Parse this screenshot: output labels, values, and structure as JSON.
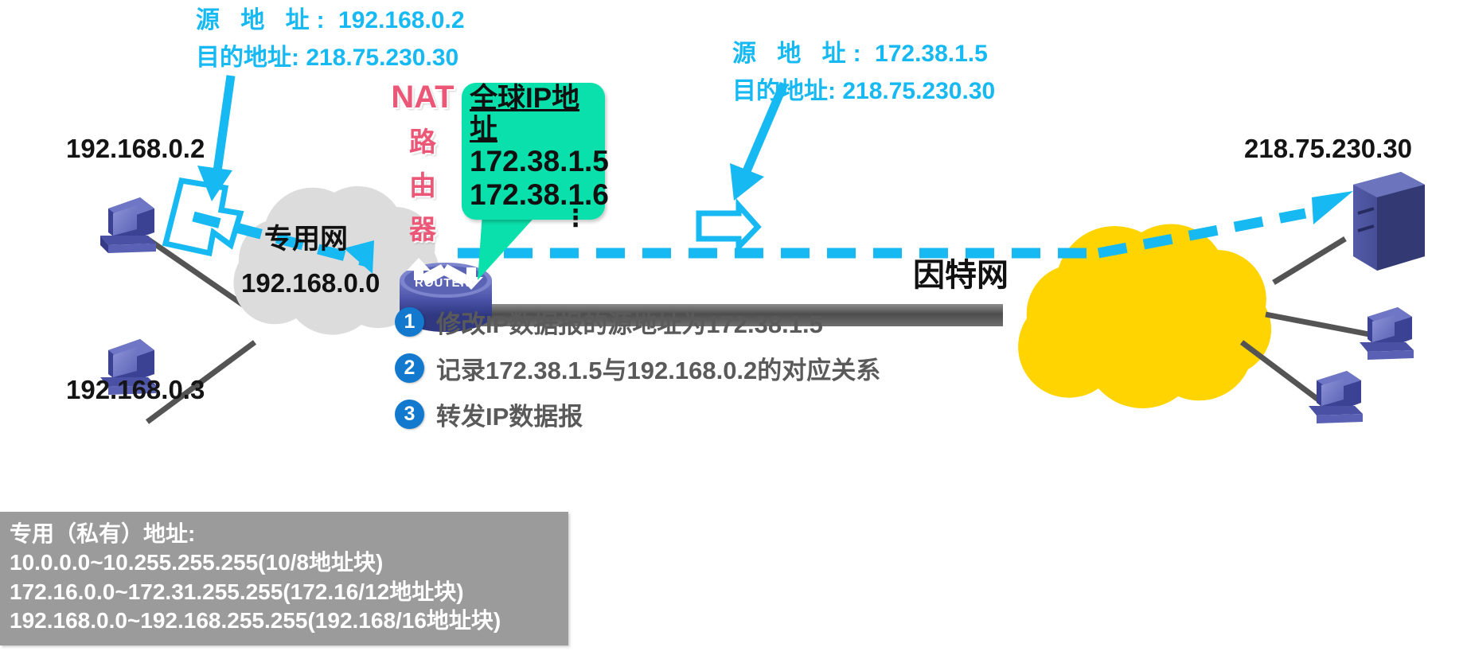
{
  "diagram": {
    "title": "NAT router address translation diagram",
    "colors": {
      "cyan": "#17b9f3",
      "private_cloud": "#dcdcdc",
      "internet_cloud": "#ffd400",
      "callout_green": "#0ae0ab",
      "nat_pink": "#ec5777",
      "badge_blue": "#1279cf",
      "gray_box": "#9b9b9b",
      "link_gray": "#545454",
      "host_blue": "#4a4f9e"
    }
  },
  "left_annotation": {
    "source_label": "源 地 址:",
    "source_value": "192.168.0.2",
    "dest_label": "目的地址:",
    "dest_value": "218.75.230.30"
  },
  "right_annotation": {
    "source_label": "源 地 址:",
    "source_value": "172.38.1.5",
    "dest_label": "目的地址:",
    "dest_value": "218.75.230.30"
  },
  "hosts": {
    "host_top": "192.168.0.2",
    "host_bottom": "192.168.0.3",
    "server": "218.75.230.30"
  },
  "clouds": {
    "private_name": "专用网",
    "private_addr": "192.168.0.0",
    "internet_name": "因特网"
  },
  "router": {
    "name_line1": "NAT",
    "name_line2": "路",
    "name_line3": "由",
    "name_line4": "器",
    "icon_caption": "ROUTER"
  },
  "callout": {
    "header": "全球IP地址",
    "addresses": [
      "172.38.1.5",
      "172.38.1.6"
    ],
    "ellipsis": "⋮"
  },
  "steps": [
    {
      "num": "1",
      "text": "修改IP数据报的源地址为172.38.1.5"
    },
    {
      "num": "2",
      "text": "记录172.38.1.5与192.168.0.2的对应关系"
    },
    {
      "num": "3",
      "text": "转发IP数据报"
    }
  ],
  "private_address_box": {
    "title": "专用（私有）地址:",
    "ranges": [
      "10.0.0.0~10.255.255.255(10/8地址块)",
      "172.16.0.0~172.31.255.255(172.16/12地址块)",
      "192.168.0.0~192.168.255.255(192.168/16地址块)"
    ]
  }
}
